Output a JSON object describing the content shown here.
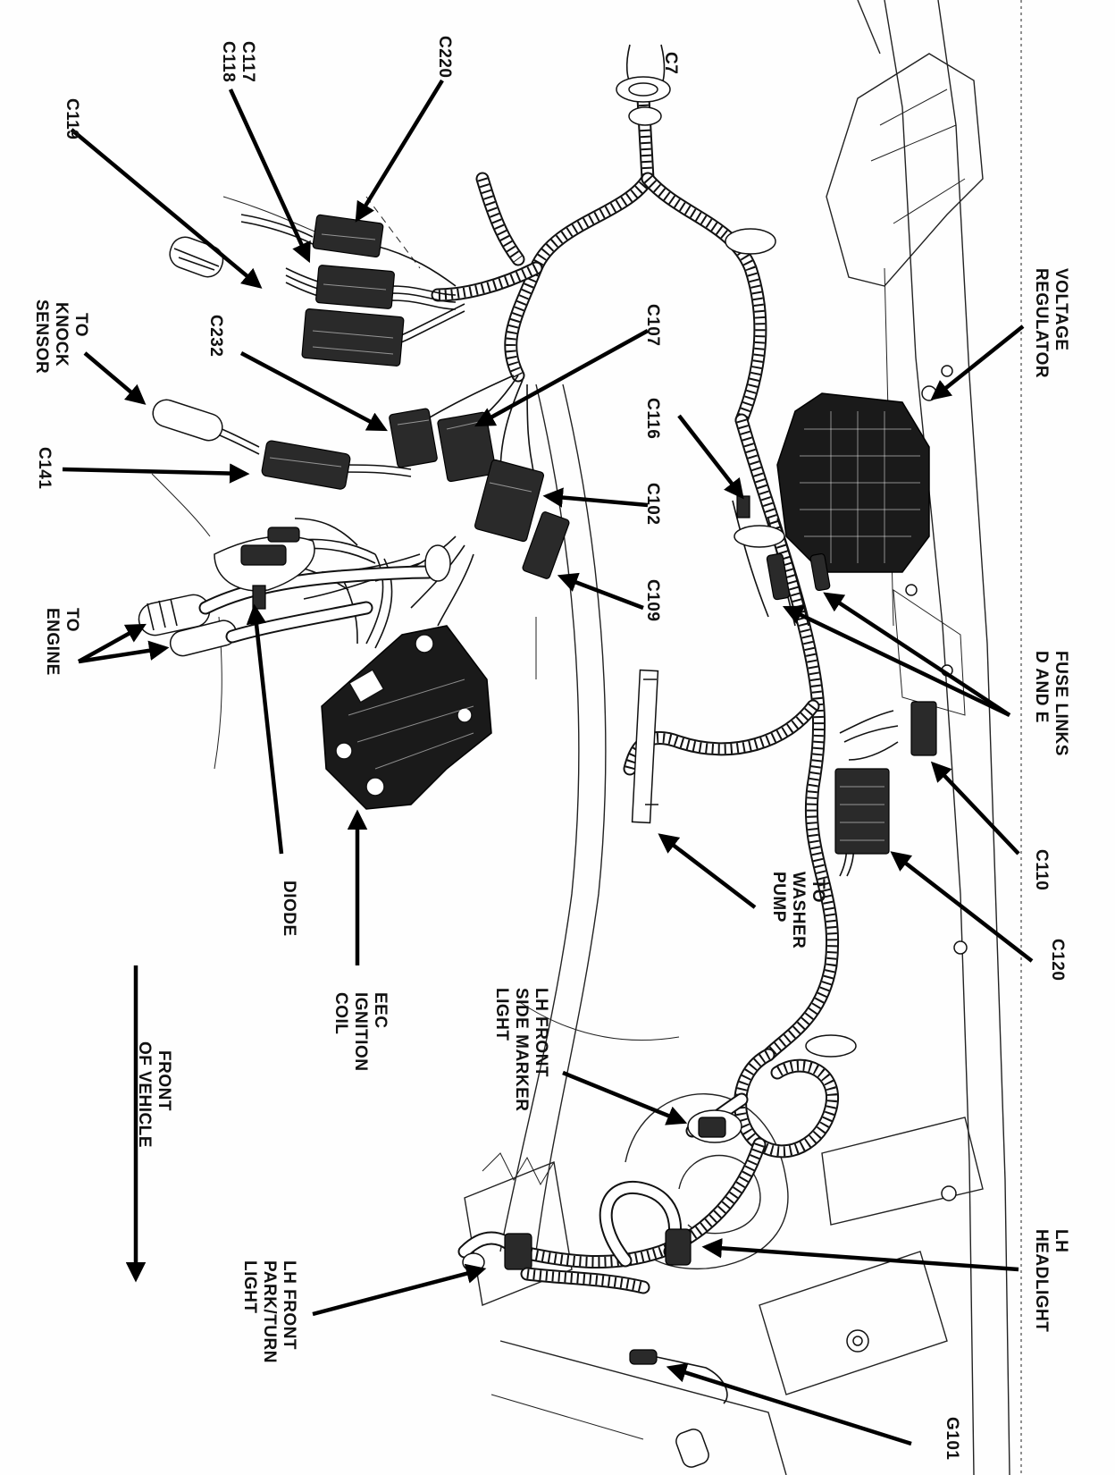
{
  "diagram": {
    "labels": {
      "c220": "C220",
      "c117": "C117",
      "c118": "C118",
      "c119": "C119",
      "to_knock_sensor": [
        "TO",
        "KNOCK",
        "SENSOR"
      ],
      "c232": "C232",
      "c141": "C141",
      "to_engine": [
        "TO",
        "ENGINE"
      ],
      "c107": "C107",
      "c116": "C116",
      "c102": "C102",
      "c109": "C109",
      "voltage_regulator": [
        "VOLTAGE",
        "REGULATOR"
      ],
      "fuse_links": [
        "FUSE LINKS",
        "D AND E"
      ],
      "c110": "C110",
      "c120": "C120",
      "to_washer_pump": [
        "TO",
        "WASHER",
        "PUMP"
      ],
      "diode": "DIODE",
      "eec_ignition_coil": [
        "EEC",
        "IGNITION",
        "COIL"
      ],
      "front_of_vehicle": [
        "FRONT",
        "OF VEHICLE"
      ],
      "lh_front_side_marker": [
        "LH FRONT",
        "SIDE MARKER",
        "LIGHT"
      ],
      "lh_headlight": [
        "LH",
        "HEADLIGHT"
      ],
      "lh_front_park_turn": [
        "LH FRONT",
        "PARK/TURN",
        "LIGHT"
      ],
      "g101": "G101",
      "c7_partial": "C7"
    }
  }
}
